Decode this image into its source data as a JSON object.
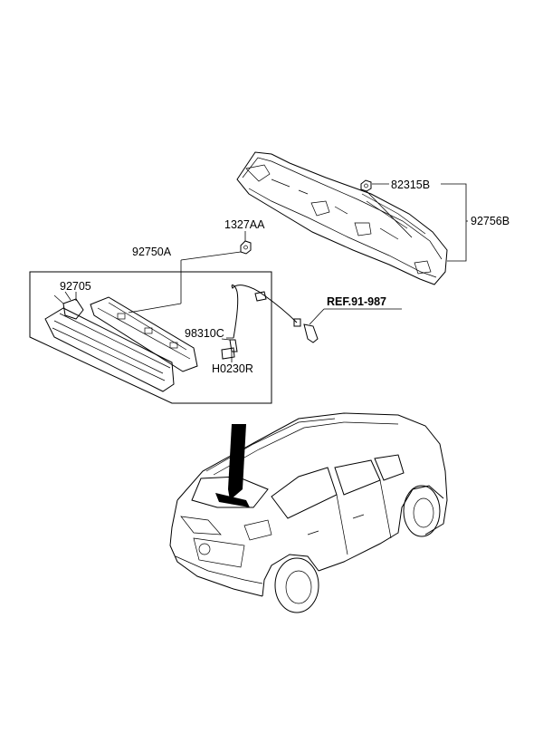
{
  "labels": {
    "nut_top": "1327AA",
    "lamp_assy": "92750A",
    "lamp_socket": "92705",
    "wire_connector": "98310C",
    "hose": "H0230R",
    "cover_nut": "82315B",
    "cover_assy": "92756B",
    "reference": "REF.91-987"
  },
  "colors": {
    "line": "#000000",
    "background": "#ffffff",
    "lamp_highlight": "#000000"
  },
  "icons": {
    "vehicle": "suv-rear-three-quarter-illustration",
    "lamp_pointer": "high-mount-stop-lamp-pointer"
  }
}
